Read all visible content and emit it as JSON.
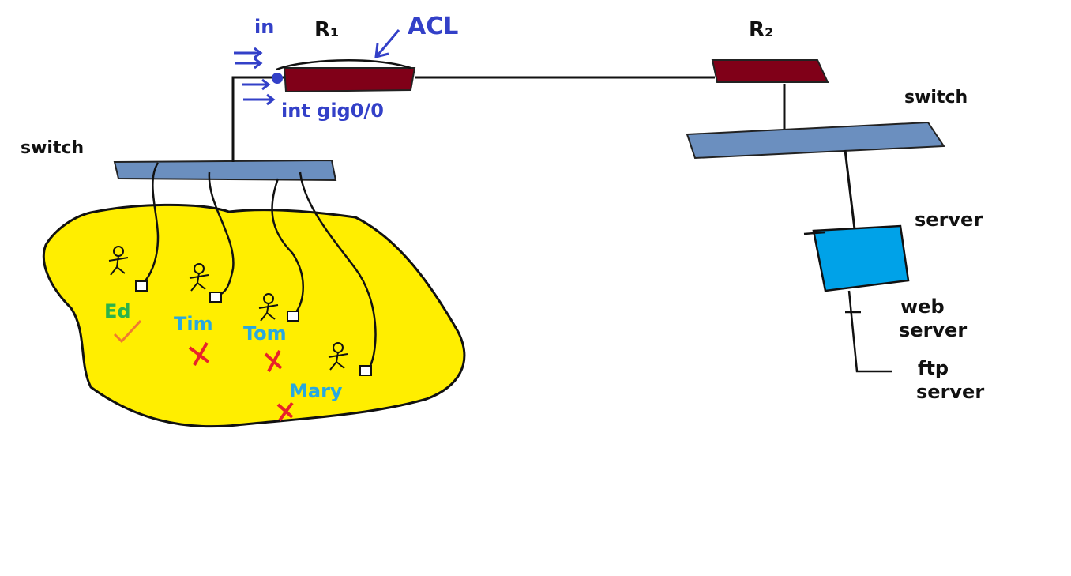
{
  "labels": {
    "in": "in",
    "r1": "R₁",
    "acl": "ACL",
    "r2": "R₂",
    "interface": "int gig0/0",
    "switch_left": "switch",
    "switch_right": "switch",
    "server": "server",
    "web_server": "web server",
    "ftp_server": "ftp server"
  },
  "users": [
    {
      "name": "Ed",
      "allowed": true,
      "name_color": "#2bb34a"
    },
    {
      "name": "Tim",
      "allowed": false,
      "name_color": "#29a8e0"
    },
    {
      "name": "Tom",
      "allowed": false,
      "name_color": "#29a8e0"
    },
    {
      "name": "Mary",
      "allowed": false,
      "name_color": "#29a8e0"
    }
  ],
  "colors": {
    "router": "#800018",
    "switch": "#6b8fbf",
    "server": "#00a2e8",
    "lan_area": "#ffee00",
    "annotation": "#3340c8",
    "deny_mark": "#e8232a",
    "allow_mark": "#f07a30"
  }
}
